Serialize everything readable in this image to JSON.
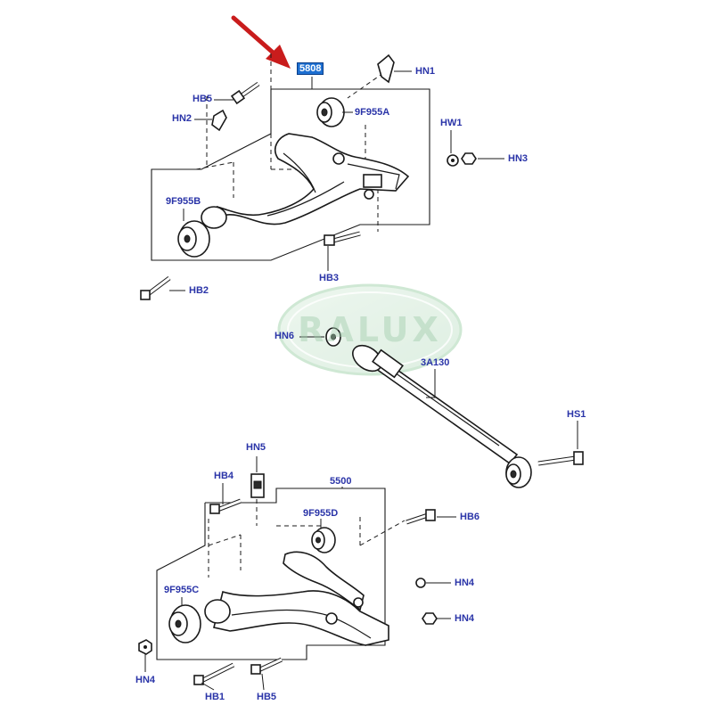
{
  "watermark": "RALUX",
  "colors": {
    "label": "#2a34a8",
    "highlight": "#1d6fd1",
    "arrow": "#c91c1c",
    "line": "#1a1a1a",
    "watermark": "#a0cdaa"
  },
  "labels": {
    "upper_arm": "5808",
    "hn1": "HN1",
    "hb5_top": "HB5",
    "hn2": "HN2",
    "bush_9f955a": "9F955A",
    "hw1": "HW1",
    "hn3": "HN3",
    "bush_9f955b": "9F955B",
    "hb3": "HB3",
    "hb2": "HB2",
    "hn6": "HN6",
    "link_3a130": "3A130",
    "hs1": "HS1",
    "hn5": "HN5",
    "hb4": "HB4",
    "lower_arm": "5500",
    "bush_9f955d": "9F955D",
    "hb6": "HB6",
    "bush_9f955c": "9F955C",
    "hn4_a": "HN4",
    "hn4_b": "HN4",
    "hn4_c": "HN4",
    "hb1": "HB1",
    "hb5_bottom": "HB5"
  }
}
